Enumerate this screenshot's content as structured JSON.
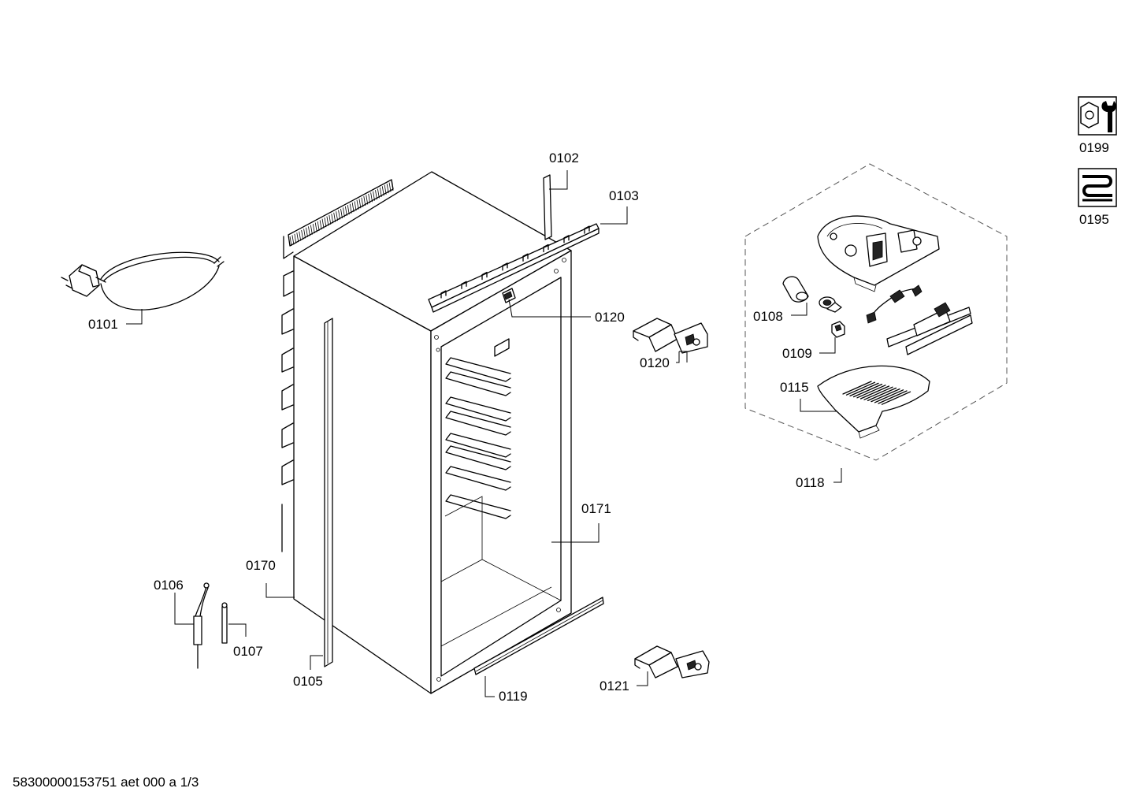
{
  "labels": {
    "p0101": "0101",
    "p0102": "0102",
    "p0103": "0103",
    "p0105": "0105",
    "p0106": "0106",
    "p0107": "0107",
    "p0108": "0108",
    "p0109": "0109",
    "p0115": "0115",
    "p0118": "0118",
    "p0119": "0119",
    "p0120a": "0120",
    "p0120b": "0120",
    "p0121": "0121",
    "p0170": "0170",
    "p0171": "0171",
    "p0195": "0195",
    "p0199": "0199"
  },
  "footer": "58300000153751 aet 000 a 1/3",
  "icons": [
    "wrench-nut-icon",
    "heater-coil-icon"
  ]
}
